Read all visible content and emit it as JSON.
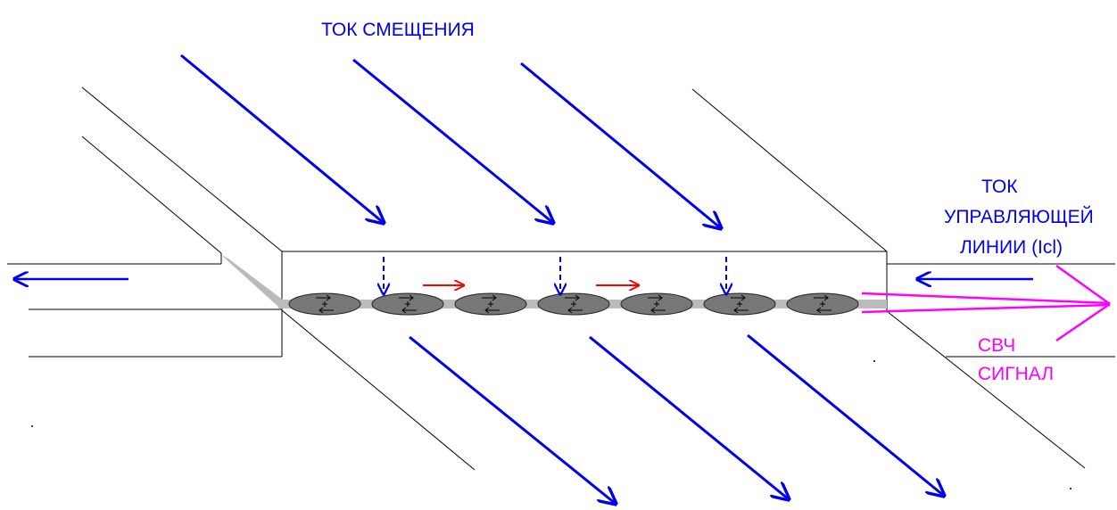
{
  "labels": {
    "displacement_current": "ТОК СМЕЩЕНИЯ",
    "control_line_1": "ТОК",
    "control_line_2": "УПРАВЛЯЮЩЕЙ",
    "control_line_3": "ЛИНИИ (Icl)",
    "microwave_1": "СВЧ",
    "microwave_2": "СИГНАЛ"
  },
  "colors": {
    "displacement_arrow": "#0000ee",
    "motion_arrow": "#ff0000",
    "microwave": "#ff00ff",
    "vortex_fill": "#777777",
    "junction_strip": "#bbbbbb",
    "line": "#000000"
  },
  "vortex_count": 7
}
